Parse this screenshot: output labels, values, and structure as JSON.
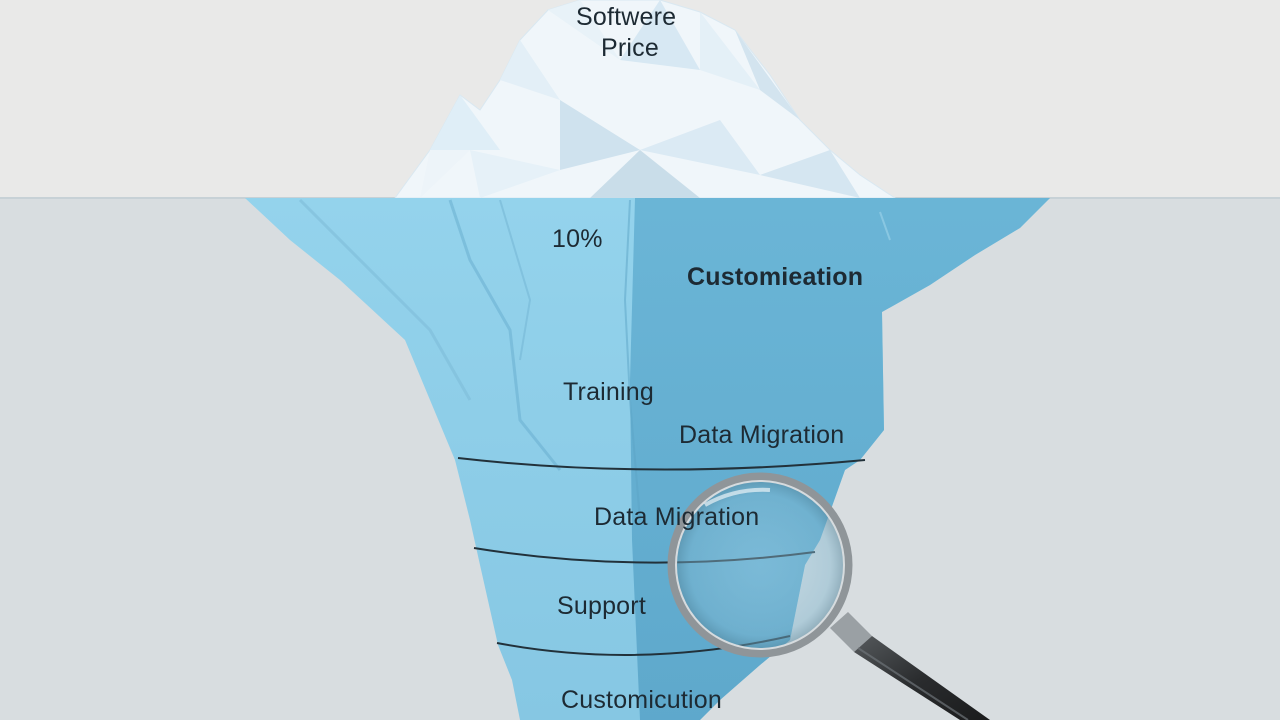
{
  "labels": {
    "title_line1": "Softwere",
    "title_line2": "Price",
    "percent": "10%",
    "customization_top": "Customieation",
    "training": "Training",
    "data_migration_1": "Data Migration",
    "data_migration_2": "Data Migration",
    "support": "Support",
    "customization_bottom": "Customicution"
  },
  "colors": {
    "sky": "#e9e9e8",
    "water": "#d8dde0",
    "ice_light": "#8fd0e9",
    "ice_dark": "#5fa9cc",
    "snow": "#f4f9fc",
    "text": "#1d2a33"
  }
}
